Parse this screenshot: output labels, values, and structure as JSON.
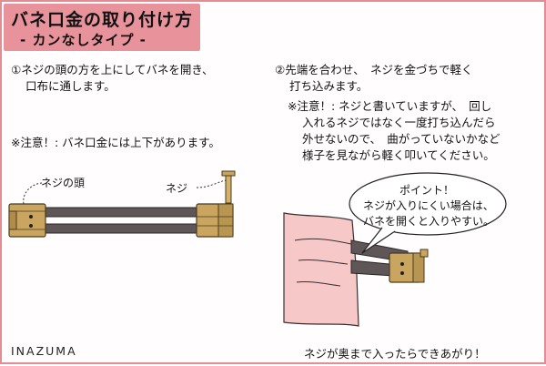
{
  "title": {
    "main": "バネ口金の取り付け方",
    "sub": "- カンなしタイプ -"
  },
  "step1": {
    "line1": "①ネジの頭の方を上にしてバネを開き、",
    "line2": "口布に通します。"
  },
  "note1": "※注意！: バネ口金には上下があります。",
  "step2": {
    "line1": "②先端を合わせ、　ネジを金づちで軽く",
    "line2": "打ち込みます。"
  },
  "note2": {
    "line1": "※注意！: ネジと書いていますが、　回し",
    "line2": "入れるネジではなく一度打ち込んだら",
    "line3": "外せないので、　曲がっていないかなど",
    "line4": "様子を見ながら軽く叩いてください。"
  },
  "labels": {
    "neji_head": "ネジの頭",
    "neji": "ネジ"
  },
  "bubble": {
    "line1": "ポイント！",
    "line2": "ネジが入りにくい場合は、",
    "line3": "バネを開くと入りやすい。"
  },
  "brand": "INAZUMA",
  "finish": "ネジが奥まで入ったらできあがり！",
  "colors": {
    "accent_pink": "#e8939b",
    "border_pink": "#e38c94",
    "fabric_pink": "#f7c8c8",
    "metal_gold": "#c9a560",
    "spring_gray": "#5e5657"
  }
}
